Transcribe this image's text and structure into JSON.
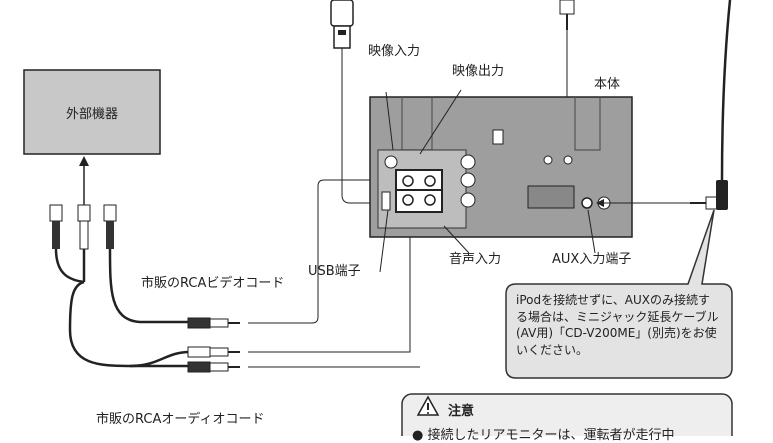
{
  "labels": {
    "external_device": "外部機器",
    "video_in": "映像入力",
    "video_out": "映像出力",
    "main_unit": "本体",
    "usb_port": "USB端子",
    "audio_in": "音声入力",
    "aux_port": "AUX入力端子",
    "rca_video_cord": "市販のRCAビデオコード",
    "rca_audio_cord": "市販のRCAオーディオコード"
  },
  "callout": {
    "text": "iPodを接続せずに、AUXのみ接続する場合は、ミニジャック延長ケーブル(AV用)「CD-V200ME」(別売)をお使いください。"
  },
  "caution": {
    "title": "注意",
    "text": "● 接続したリアモニターは、運転者が走行中"
  },
  "colors": {
    "unit_body": "#9e9e9e",
    "box_fill": "#c8c8c8",
    "callout_fill": "#e3e3e3",
    "caution_fill": "#eeeeee",
    "line": "#222222"
  },
  "icons": [
    "warning-icon",
    "usb-plug-icon",
    "rca-plug-icon",
    "mini-jack-plug-icon"
  ]
}
